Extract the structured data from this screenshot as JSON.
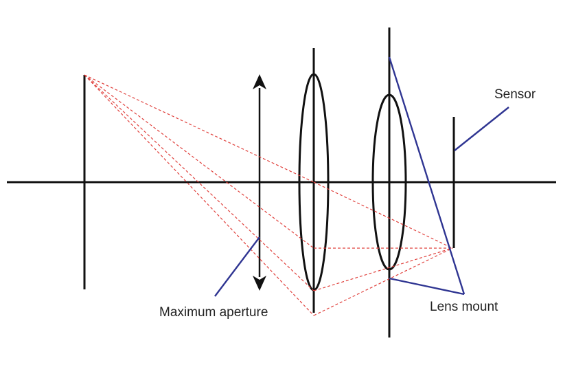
{
  "labels": {
    "sensor": "Sensor",
    "aperture": "Maximum aperture",
    "lens_mount": "Lens mount"
  },
  "colors": {
    "ray": "#e0403c",
    "leader": "#2f3592",
    "stroke": "#111111",
    "background": "#ffffff"
  }
}
